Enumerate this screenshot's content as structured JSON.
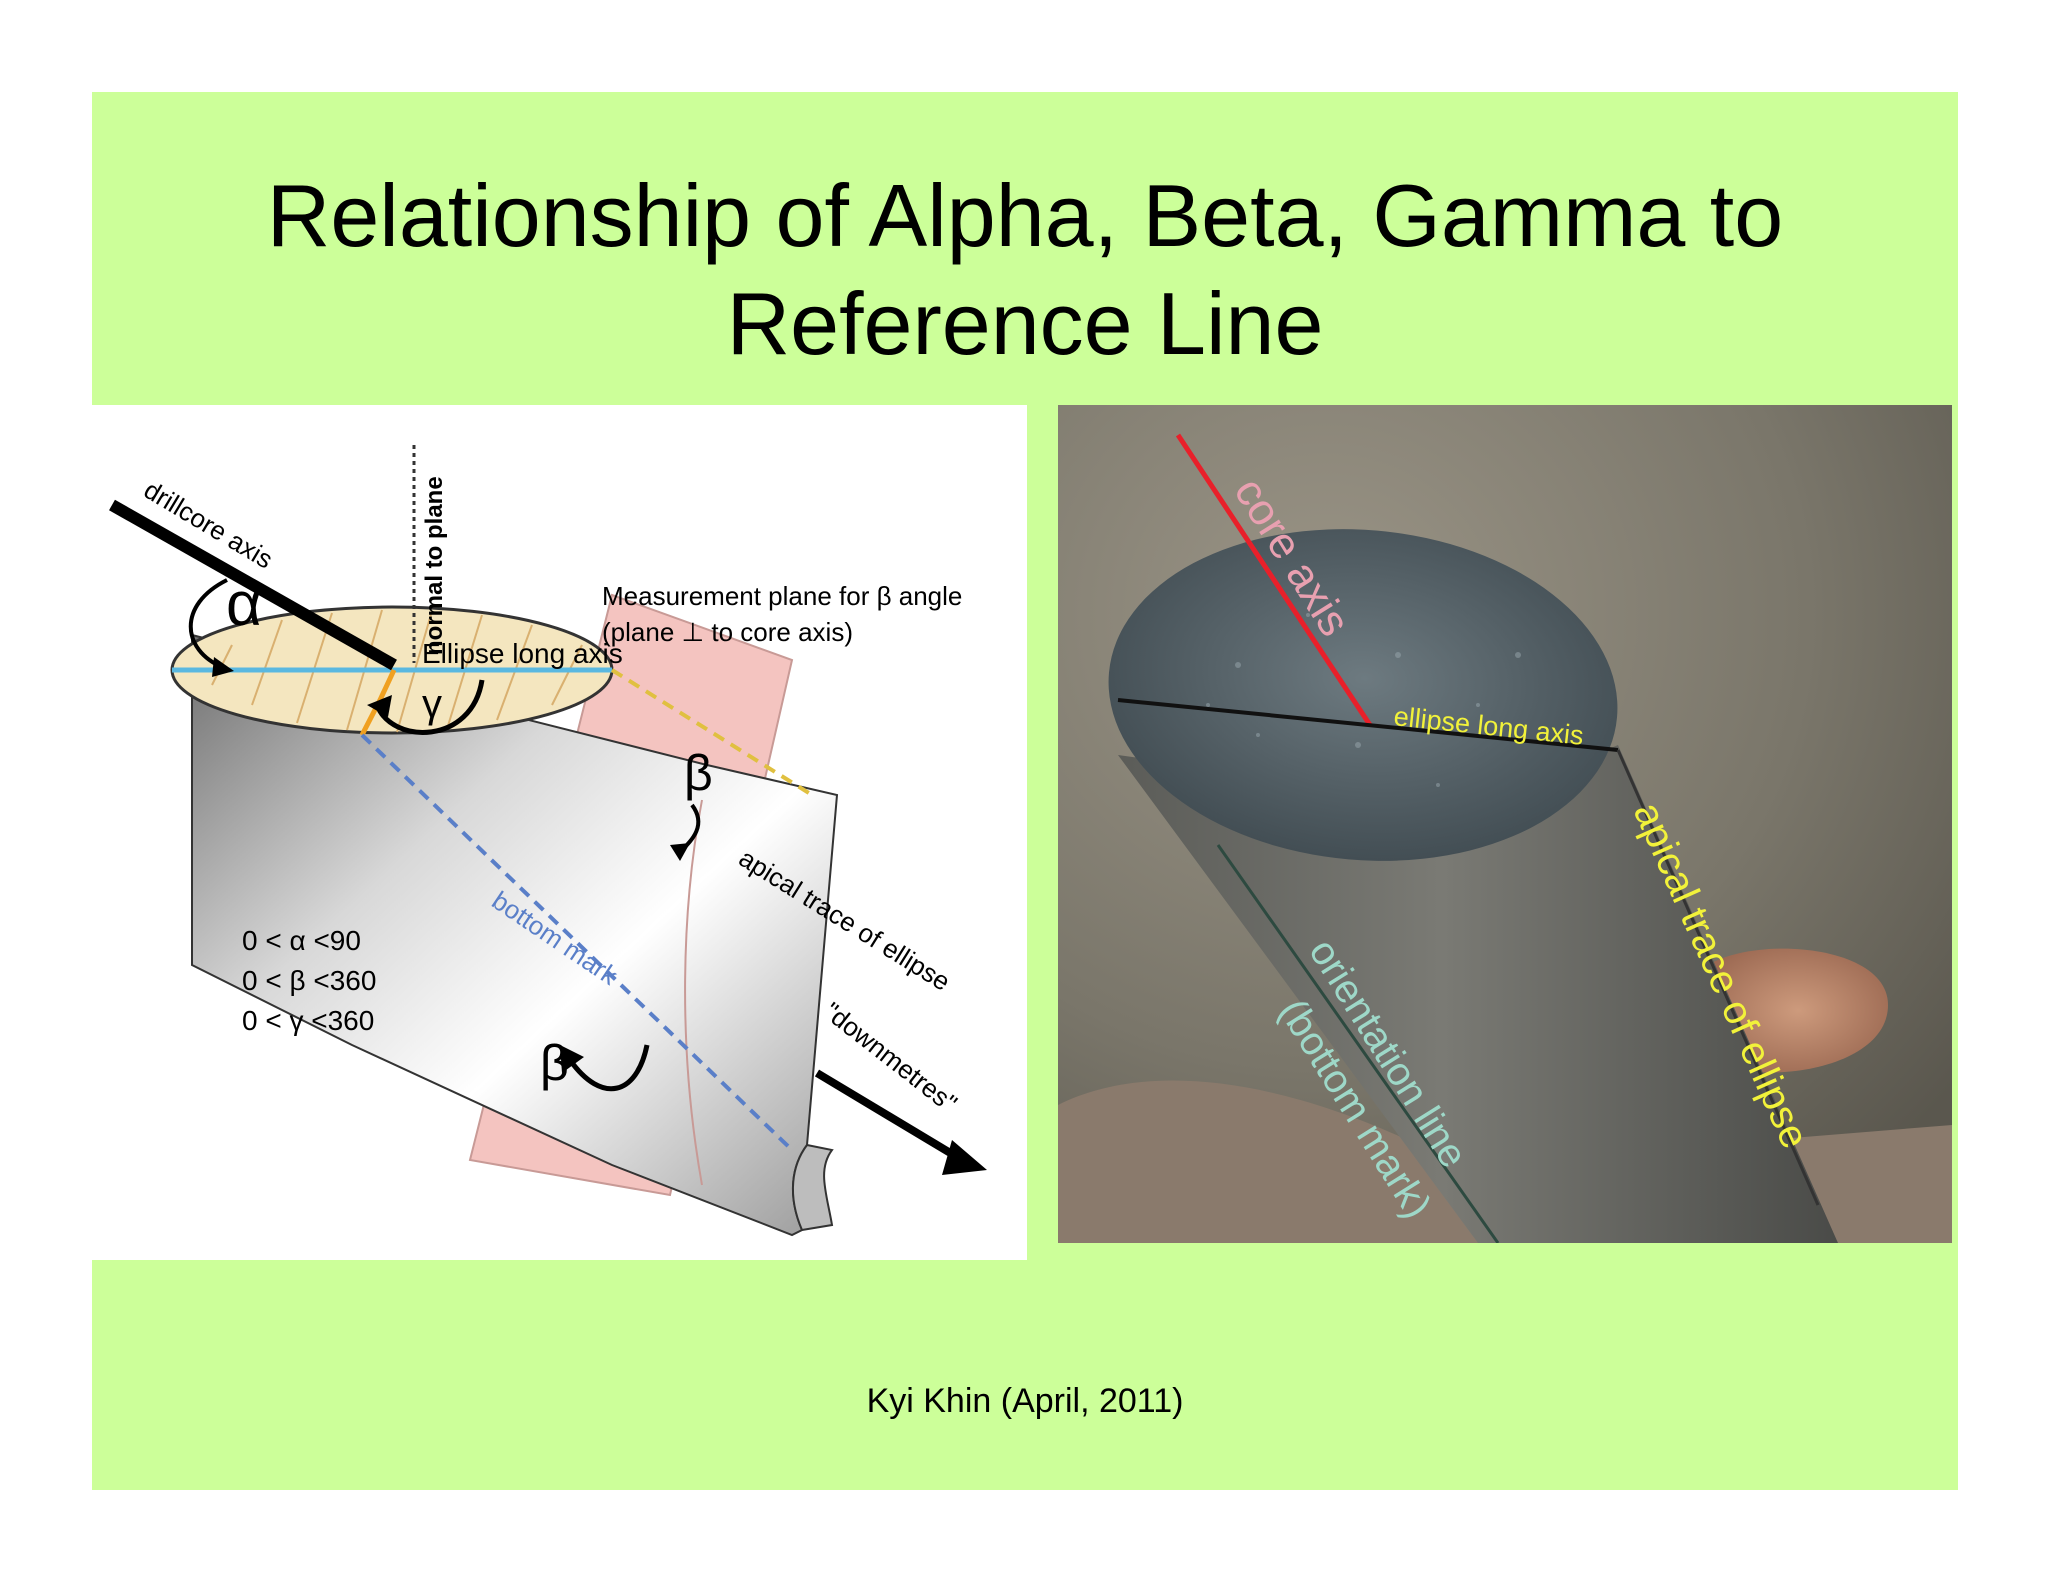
{
  "slide": {
    "title_line1": "Relationship of Alpha, Beta, Gamma to",
    "title_line2": "Reference Line",
    "footer": "Kyi Khin (April, 2011)"
  },
  "diagram": {
    "drillcore_axis": "drillcore axis",
    "normal_to_plane": "normal to plane",
    "measurement_plane_line1": "Measurement plane for β angle",
    "measurement_plane_line2": "(plane ⊥ to core axis)",
    "ellipse_long_axis": "Ellipse long axis",
    "alpha": "α",
    "beta": "β",
    "gamma": "γ",
    "apical_trace": "apical trace of ellipse",
    "downmetres": "\"downmetres\"",
    "bottom_mark": "bottom mark",
    "range_alpha": "0 < α <90",
    "range_beta": "0 < β <360",
    "range_gamma": "0 < γ  <360"
  },
  "photo": {
    "core_axis": "core axis",
    "ellipse_long_axis": "ellipse long axis",
    "apical_trace": "apical trace of ellipse",
    "orientation_line": "orientation line",
    "bottom_mark": "(bottom mark)"
  },
  "colors": {
    "slide_bg": "#ccff99",
    "core_axis_red": "#e8202a",
    "apical_yellow": "#f2f23a",
    "orientation_teal": "#9ed8c8",
    "bottom_mark_blue": "#5a7fc8",
    "ellipse_axis_blue": "#5ab8e0",
    "gamma_orange": "#f0a020"
  }
}
